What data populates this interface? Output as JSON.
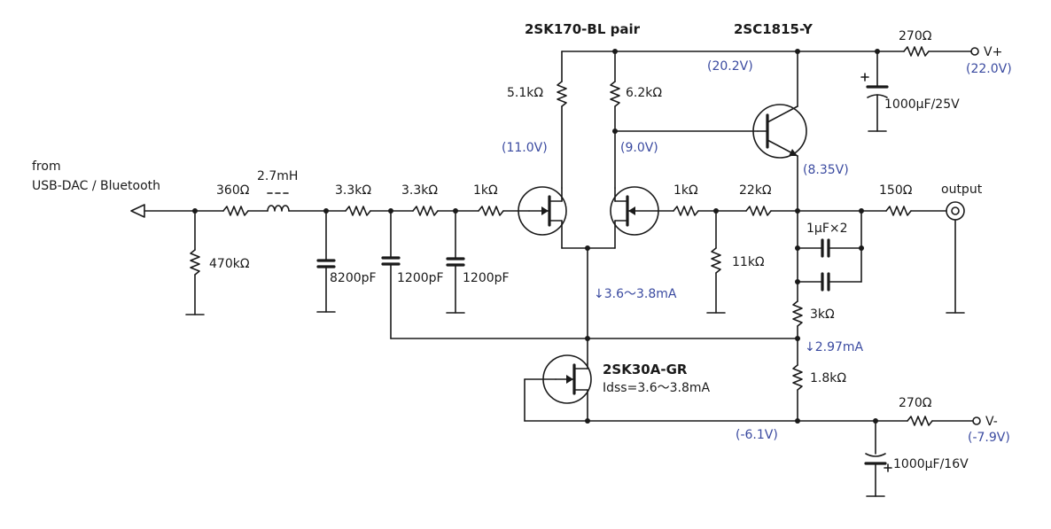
{
  "parts": {
    "q1": "2SK170-BL pair",
    "q2": "2SC1815-Y",
    "q3": "2SK30A-GR",
    "q3_idss": "Idss=3.6〜3.8mA"
  },
  "input": {
    "line1": "from",
    "line2": "USB-DAC / Bluetooth"
  },
  "output_label": "output",
  "resistors": {
    "r_in_shunt": "470kΩ",
    "r_in_series": "360Ω",
    "r_f1": "3.3kΩ",
    "r_f2": "3.3kΩ",
    "r_gate_in": "1kΩ",
    "r_drain_left": "5.1kΩ",
    "r_drain_right": "6.2kΩ",
    "r_gate_fb": "1kΩ",
    "r_fb": "22kΩ",
    "r_fb_shunt": "11kΩ",
    "r_out": "150Ω",
    "r_bias_upper": "3kΩ",
    "r_bias_lower": "1.8kΩ",
    "r_supply_pos": "270Ω",
    "r_supply_neg": "270Ω"
  },
  "inductor": "2.7mH",
  "capacitors": {
    "c_f1": "8200pF",
    "c_f2": "1200pF",
    "c_f3": "1200pF",
    "c_out": "1μF×2",
    "c_supply_pos": "1000μF/25V",
    "c_supply_neg": "1000μF/16V"
  },
  "supplies": {
    "vpos_label": "V+",
    "vpos_value": "(22.0V)",
    "vneg_label": "V-",
    "vneg_value": "(-7.9V)"
  },
  "voltages": {
    "v_rail": "(20.2V)",
    "v_drain_left": "(11.0V)",
    "v_drain_right": "(9.0V)",
    "v_emitter": "(8.35V)",
    "v_neg_rail": "(-6.1V)"
  },
  "currents": {
    "i_tail": "↓3.6〜3.8mA",
    "i_bias": "↓2.97mA"
  },
  "colors": {
    "ink": "#1a1a1a",
    "annotation": "#3a4aa0"
  }
}
